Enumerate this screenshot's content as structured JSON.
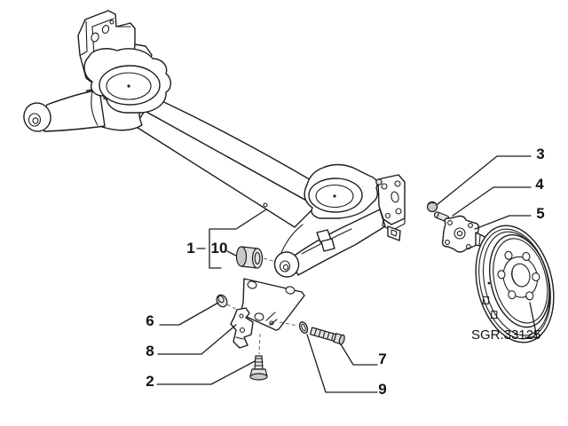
{
  "diagram": {
    "title": "rear-axle-exploded-parts-diagram",
    "part_code": "SGR.33125",
    "colors": {
      "background": "#ffffff",
      "line": "#1d1d1d",
      "metal_fill": "#e3e3e3",
      "metal_dark": "#c9c9c9"
    },
    "callouts": {
      "n1": "1",
      "n2": "2",
      "n3": "3",
      "n4": "4",
      "n5": "5",
      "n6": "6",
      "n7": "7",
      "n8": "8",
      "n9": "9",
      "n10": "10"
    }
  }
}
